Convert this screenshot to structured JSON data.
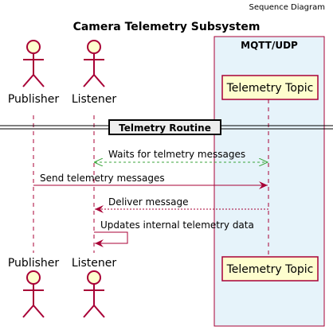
{
  "header_label": "Sequence Diagram",
  "title": "Camera Telemetry Subsystem",
  "box": {
    "label": "MQTT/UDP"
  },
  "participants": {
    "publisher": "Publisher",
    "listener": "Listener",
    "topic": "Telemetry Topic"
  },
  "divider": {
    "label": "Telmetry Routine"
  },
  "messages": {
    "m1": "Waits for telmetry messages",
    "m2": "Send telemetry messages",
    "m3": "Deliver message",
    "m4": "Updates internal telemetry data"
  },
  "colors": {
    "actor_fill": "#FEFECE",
    "line": "#A80036",
    "box_fill": "#E6F3FA",
    "async_arrow": "#3BA53B"
  }
}
